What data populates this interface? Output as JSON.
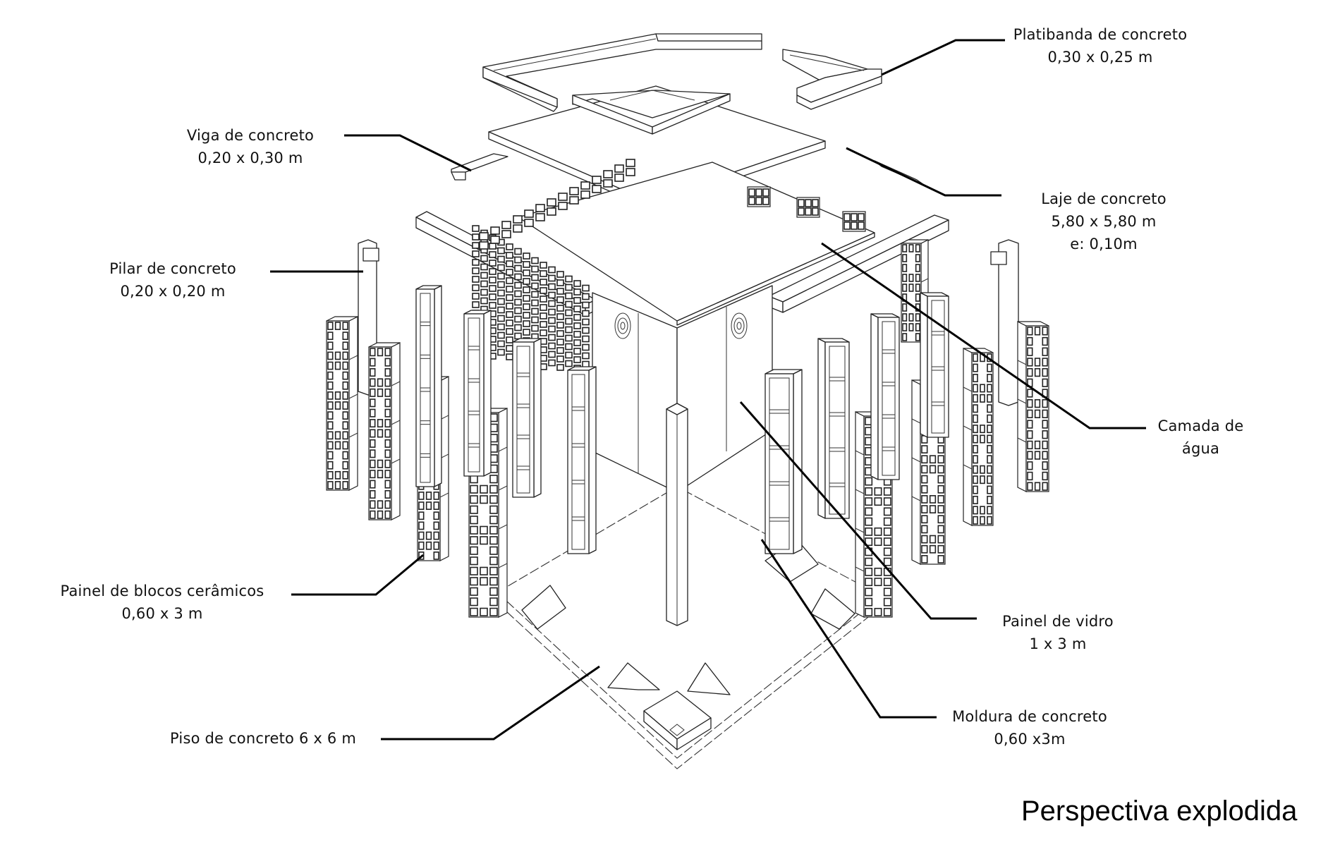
{
  "title": "Perspectiva explodida",
  "components": [
    {
      "id": "platibanda",
      "name": "Platibanda de concreto",
      "dimensions": "0,30 x 0,25 m"
    },
    {
      "id": "viga",
      "name": "Viga de concreto",
      "dimensions": "0,20 x 0,30 m"
    },
    {
      "id": "laje",
      "name": "Laje de concreto",
      "dimensions": "5,80 x 5,80 m",
      "thickness": "e: 0,10m"
    },
    {
      "id": "pilar",
      "name": "Pilar de concreto",
      "dimensions": "0,20 x 0,20 m"
    },
    {
      "id": "camada",
      "name": "Camada de",
      "name_line2": "água"
    },
    {
      "id": "painel-blocos",
      "name": "Painel de blocos cerâmicos",
      "dimensions": "0,60 x 3 m"
    },
    {
      "id": "painel-vidro",
      "name": "Painel de vidro",
      "dimensions": "1 x 3 m"
    },
    {
      "id": "moldura",
      "name": "Moldura de concreto",
      "dimensions": "0,60 x3m"
    },
    {
      "id": "piso",
      "name": "Piso de concreto 6 x 6 m"
    }
  ]
}
